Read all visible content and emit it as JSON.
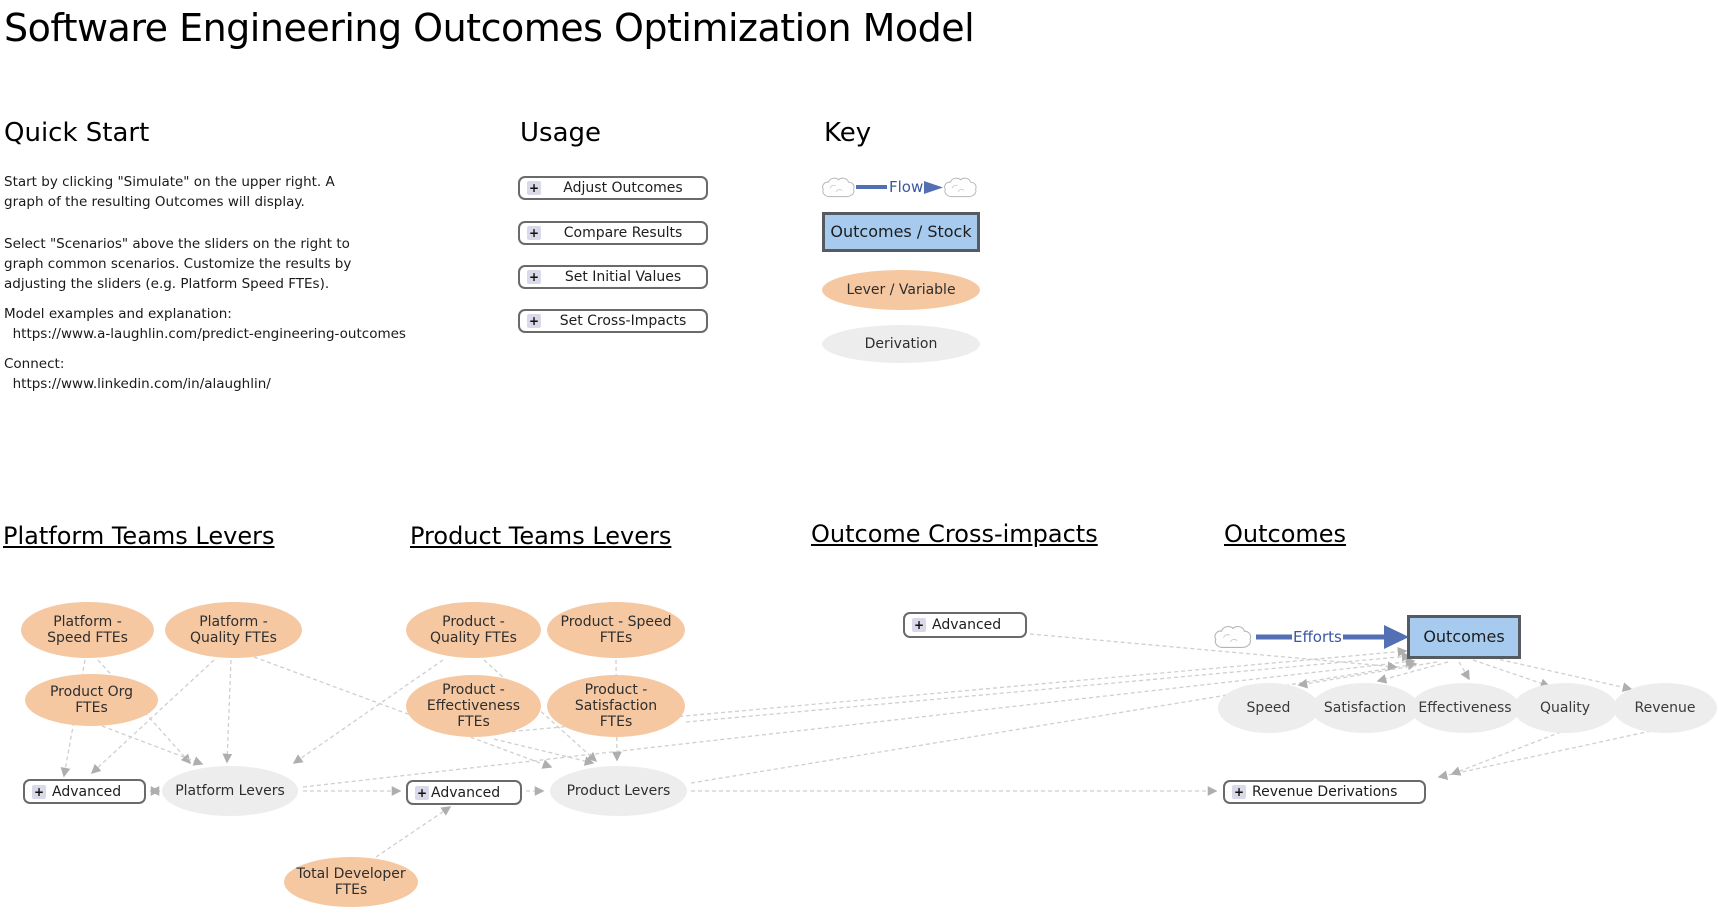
{
  "title": "Software Engineering Outcomes Optimization Model",
  "quick_start": {
    "heading": "Quick Start",
    "para1": [
      "Start by clicking \"Simulate\" on the upper right. A",
      "graph of the resulting Outcomes will display."
    ],
    "para2": [
      "Select \"Scenarios\" above the sliders on the right to",
      "graph common scenarios. Customize the results by",
      "adjusting the sliders (e.g. Platform Speed FTEs)."
    ],
    "model": [
      "Model examples and explanation:",
      "  https://www.a-laughlin.com/predict-engineering-outcomes"
    ],
    "connect": [
      "Connect:",
      "  https://www.linkedin.com/in/alaughlin/"
    ]
  },
  "usage": {
    "heading": "Usage",
    "buttons": [
      "Adjust Outcomes",
      "Compare Results",
      "Set Initial Values",
      "Set Cross-Impacts"
    ]
  },
  "key": {
    "heading": "Key",
    "flow_label": "Flow",
    "stock_label": "Outcomes / Stock",
    "lever_label": "Lever / Variable",
    "derivation_label": "Derivation"
  },
  "platform": {
    "heading": "Platform Teams Levers",
    "speed_ftes": [
      "Platform -",
      "Speed FTEs"
    ],
    "quality_ftes": [
      "Platform -",
      "Quality FTEs"
    ],
    "org_ftes": [
      "Product Org",
      "FTEs"
    ],
    "advanced_label": "Advanced",
    "levers_label": "Platform Levers"
  },
  "product": {
    "heading": "Product Teams Levers",
    "quality_ftes": [
      "Product -",
      "Quality FTEs"
    ],
    "speed_ftes": [
      "Product - Speed",
      "FTEs"
    ],
    "effectiveness_ftes": [
      "Product -",
      "Effectiveness",
      "FTEs"
    ],
    "satisfaction_ftes": [
      "Product -",
      "Satisfaction",
      "FTEs"
    ],
    "advanced_label": "Advanced",
    "levers_label": "Product Levers",
    "total_dev_ftes": [
      "Total Developer",
      "FTEs"
    ]
  },
  "cross_impacts": {
    "heading": "Outcome Cross-impacts",
    "advanced_label": "Advanced"
  },
  "outcomes": {
    "heading": "Outcomes",
    "efforts_label": "Efforts",
    "stock_label": "Outcomes",
    "derivations": [
      "Speed",
      "Satisfaction",
      "Effectiveness",
      "Quality",
      "Revenue"
    ],
    "revenue_derivations_label": "Revenue Derivations"
  },
  "colors": {
    "flow_blue": "#5370b4",
    "flow_text_blue": "#3a57a3",
    "stock_fill": "#a6cbef",
    "stock_border": "#565b61",
    "lever_fill": "#f6c8a2",
    "derivation_fill": "#ededed",
    "connector_gray": "#cfcfcf"
  }
}
